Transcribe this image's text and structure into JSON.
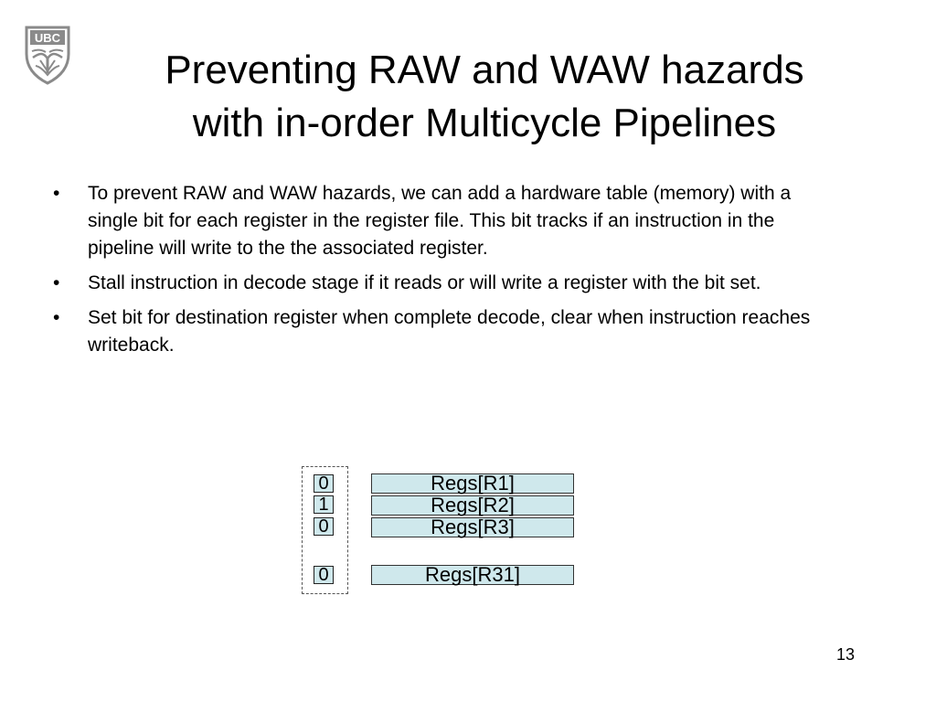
{
  "slide": {
    "logo_text": "UBC",
    "title_lines": [
      "Preventing RAW and WAW hazards",
      "with in-order Multicycle Pipelines"
    ],
    "bullets": [
      {
        "marker": "•",
        "text": "To prevent RAW and WAW hazards, we can add a hardware table (memory) with a single bit for each register in the register file. This bit tracks if an instruction in the pipeline will write to the the associated register."
      },
      {
        "marker": "•",
        "text": "Stall instruction in decode stage if it reads or will write a register with the bit set."
      },
      {
        "marker": "•",
        "text": "Set bit for destination register when complete decode, clear when instruction reaches writeback."
      }
    ],
    "diagram": {
      "rows": [
        {
          "bit": "0",
          "register": "Regs[R1]"
        },
        {
          "bit": "1",
          "register": "Regs[R2]"
        },
        {
          "bit": "0",
          "register": "Regs[R3]"
        },
        {
          "bit": "0",
          "register": "Regs[R31]"
        }
      ]
    },
    "page_number": "13",
    "colors": {
      "cell_fill": "#cfe8ec",
      "text": "#000000",
      "logo_gray": "#8a8a8a"
    }
  }
}
